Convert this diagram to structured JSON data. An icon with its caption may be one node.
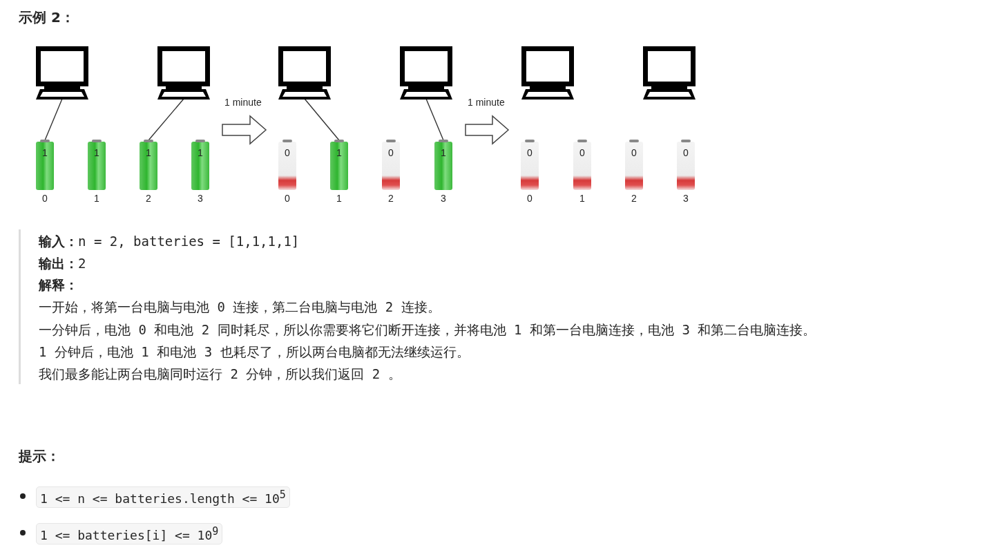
{
  "diagram": {
    "title": "示例 2：",
    "nodes": [
      {
        "text": [],
        "shape": "picture"
      },
      {
        "text": [],
        "shape": "picture"
      },
      {
        "text": [],
        "shape": "picture"
      },
      {
        "text": [],
        "shape": "picture"
      },
      {
        "text": [],
        "shape": "picture"
      },
      {
        "text": [],
        "shape": "picture"
      },
      {
        "text": [
          "1"
        ],
        "beside": [
          "0"
        ]
      },
      {
        "text": [
          "1"
        ],
        "beside": [
          "1"
        ]
      },
      {
        "text": [
          "1"
        ],
        "beside": [
          "2"
        ]
      },
      {
        "text": [
          "1"
        ],
        "beside": [
          "3"
        ]
      },
      {
        "text": [
          "0"
        ],
        "beside": [
          "0"
        ]
      },
      {
        "text": [
          "1"
        ],
        "beside": [
          "1"
        ]
      },
      {
        "text": [
          "0"
        ],
        "beside": [
          "2"
        ]
      },
      {
        "text": [
          "1"
        ],
        "beside": [
          "3"
        ]
      },
      {
        "text": [
          "0"
        ],
        "beside": [
          "0"
        ]
      },
      {
        "text": [
          "0"
        ],
        "beside": [
          "1"
        ]
      },
      {
        "text": [
          "0"
        ],
        "beside": [
          "2"
        ]
      },
      {
        "text": [
          "0"
        ],
        "beside": [
          "3"
        ]
      }
    ],
    "edges": [
      {
        "from": 0,
        "to": 6,
        "arrow": "none"
      },
      {
        "from": 1,
        "to": 8,
        "arrow": "none"
      },
      {
        "from": 2,
        "to": 11,
        "arrow": "none"
      },
      {
        "from": 3,
        "to": 13,
        "arrow": "none"
      },
      {
        "from": 9,
        "to": 10,
        "arrow": "to",
        "label": "1 minute"
      },
      {
        "from": 13,
        "to": 14,
        "arrow": "to",
        "label": "1 minute"
      }
    ],
    "labels": [
      "**输入：**n = 2, batteries = [1,1,1,1]",
      "**输出：**2",
      "**解释：**",
      "一开始，将第一台电脑与电池 0 连接，第二台电脑与电池 2 连接。",
      "一分钟后，电池 0 和电池 2 同时耗尽，所以你需要将它们断开连接，并将电池 1 和第一台电脑连接，电池 3 和第二台电脑连接。",
      "1 分钟后，电池 1 和电池 3 也耗尽了，所以两台电脑都无法继续运行。",
      "我们最多能让两台电脑同时运行 2 分钟，所以我们返回 2 。",
      "提示：",
      "1 <= n <= batteries.length <= 10$^{5}$",
      "1 <= batteries[i] <= 10$^{9}$"
    ]
  }
}
